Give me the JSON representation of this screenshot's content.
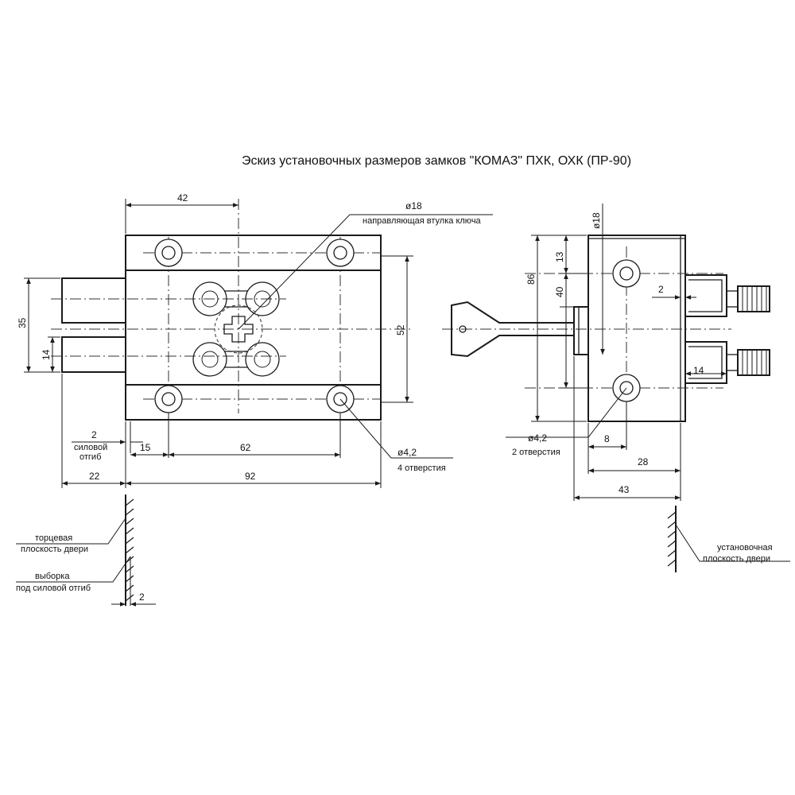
{
  "title": "Эскиз установочных размеров замков \"КОМАЗ\" ПХК, ОХК (ПР-90)",
  "front_view": {
    "dim_42": "42",
    "dim_18_label": "ø18",
    "key_guide_label": "направляющая втулка ключа",
    "dim_35": "35",
    "dim_14": "14",
    "dim_52": "52",
    "dim_2": "2",
    "power_bend_label_1": "силовой",
    "power_bend_label_2": "отгиб",
    "dim_15": "15",
    "dim_62": "62",
    "hole_dia": "ø4,2",
    "holes_count": "4 отверстия",
    "dim_22": "22",
    "dim_92": "92",
    "door_end_label_1": "торцевая",
    "door_end_label_2": "плоскость двери",
    "recess_label_1": "выборка",
    "recess_label_2": "под силовой отгиб",
    "dim_2_bottom": "2"
  },
  "side_view": {
    "dim_18_vert": "ø18",
    "dim_86": "86",
    "dim_13": "13",
    "dim_40": "40",
    "dim_2": "2",
    "dim_14": "14",
    "hole_dia": "ø4,2",
    "holes_count": "2 отверстия",
    "dim_8": "8",
    "dim_28": "28",
    "dim_43": "43",
    "mount_label_1": "установочная",
    "mount_label_2": "плоскость двери"
  }
}
